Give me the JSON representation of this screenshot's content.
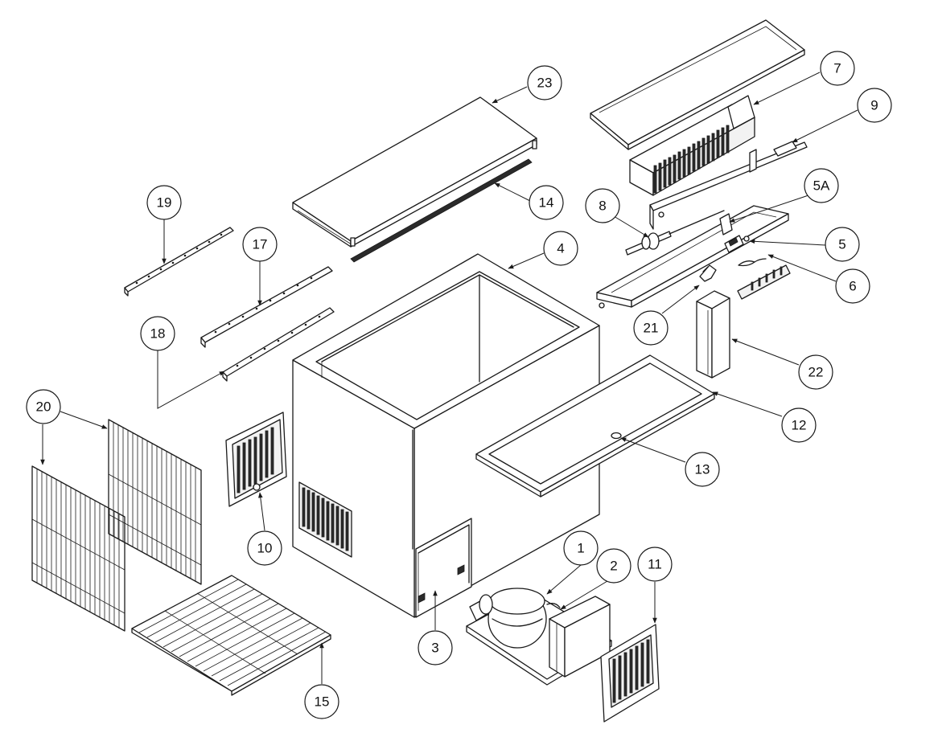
{
  "callouts": [
    {
      "label": "23"
    },
    {
      "label": "7"
    },
    {
      "label": "9"
    },
    {
      "label": "19"
    },
    {
      "label": "14"
    },
    {
      "label": "8"
    },
    {
      "label": "5A"
    },
    {
      "label": "17"
    },
    {
      "label": "4"
    },
    {
      "label": "5"
    },
    {
      "label": "6"
    },
    {
      "label": "18"
    },
    {
      "label": "21"
    },
    {
      "label": "22"
    },
    {
      "label": "20"
    },
    {
      "label": "12"
    },
    {
      "label": "13"
    },
    {
      "label": "10"
    },
    {
      "label": "1"
    },
    {
      "label": "2"
    },
    {
      "label": "11"
    },
    {
      "label": "3"
    },
    {
      "label": "15"
    }
  ]
}
